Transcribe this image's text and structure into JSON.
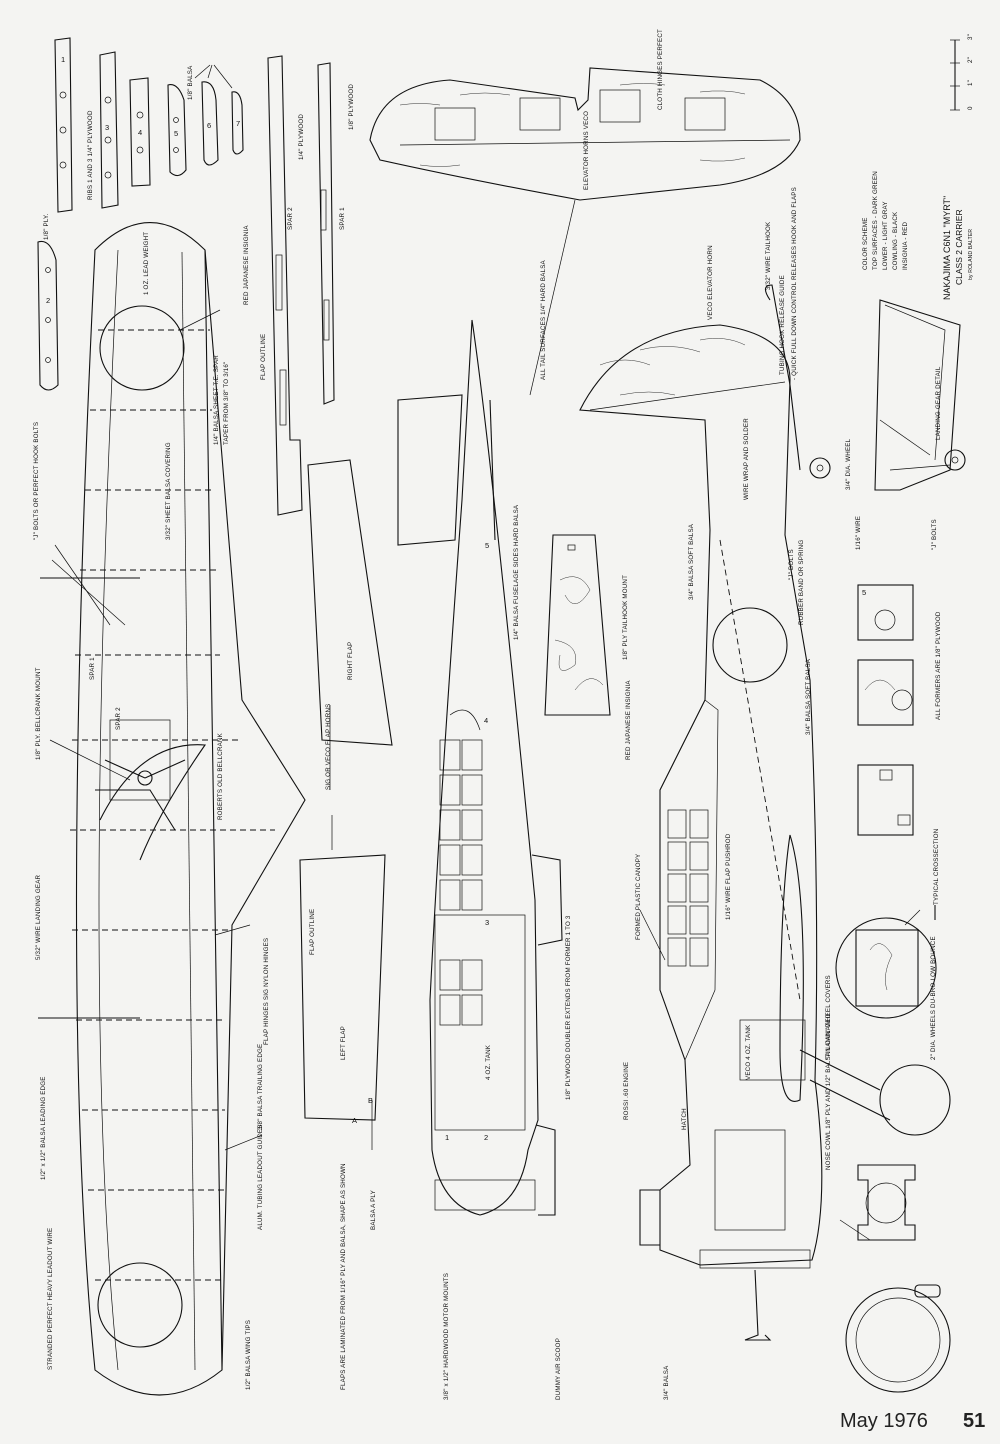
{
  "title_block": {
    "title": "NAKAJIMA C6N1 \"MYRT\"",
    "subtitle": "CLASS 2 CARRIER",
    "author": "by ROLAND BALTER",
    "color_scheme": [
      "COLOR SCHEME",
      "TOP SURFACES - DARK GREEN",
      "LOWER - LIGHT GRAY",
      "COWLING - BLACK",
      "INSIGNIA - RED"
    ]
  },
  "scale_bar": {
    "ticks": [
      "0",
      "1\"",
      "2\"",
      "3\""
    ]
  },
  "labels": {
    "ribs_ply": "RIBS 1 AND 3  1/4\" PLYWOOD",
    "balsa_ribs": "1/8\" BALSA",
    "ply_18": "1/8\" PLY.",
    "spar2": "SPAR 2",
    "ply_14": "1/4\" PLYWOOD",
    "spar1": "SPAR 1",
    "ply_18b": "1/8\" PLYWOOD",
    "red_insignia_wing": "RED JAPANESE INSIGNIA",
    "lead_weight": "1 OZ. LEAD WEIGHT",
    "te_spar": "1/4\" BALSA SHEET T.E. SPAR",
    "te_taper": "TAPER FROM 3/8\" TO 3/16\"",
    "flap_outline_top": "FLAP OUTLINE",
    "j_bolts": "\"J\" BOLTS OR PERFECT HOOK BOLTS",
    "sheet_cover": "3/32\" SHEET BALSA COVERING",
    "bellcrank_mount": "1/8\" PLY. BELLCRANK MOUNT",
    "spar1_in": "SPAR 1",
    "spar2_in": "SPAR 2",
    "bellcrank": "ROBERTS OLD BELLCRANK",
    "landing_gear_wire": "5/32\" WIRE LANDING GEAR",
    "flap_outline_mid": "FLAP OUTLINE",
    "flap_hinges": "FLAP HINGES SIG NYLON HINGES",
    "trailing_edge": "3/8\" BALSA TRAILING EDGE",
    "leading_edge": "1/2\" x 1/2\" BALSA LEADING EDGE",
    "leadout_guides": "ALUM. TUBING LEADOUT GUIDES",
    "leadout_wire": "STRANDED PERFECT HEAVY LEADOUT WIRE",
    "wing_tips": "1/2\" BALSA WING TIPS",
    "flap_horns": "SIG OR VECO FLAP HORNS",
    "right_flap": "RIGHT FLAP",
    "left_flap": "LEFT FLAP",
    "flaps_laminated": "FLAPS ARE LAMINATED FROM 1/16\" PLY AND BALSA, SHAPE AS SHOWN",
    "balsa_ply": "BALSA A PLY",
    "motor_mounts": "3/8\" x 1/2\" HARDWOOD MOTOR MOUNTS",
    "air_scoop": "DUMMY AIR SCOOP",
    "ply_doubler": "1/8\" PLYWOOD DOUBLER EXTENDS FROM FORMER 1 TO 3",
    "tank_4oz": "4 OZ. TANK",
    "fuselage_sides": "1/4\" BALSA FUSELAGE SIDES HARD BALSA",
    "tail_surfaces": "ALL TAIL SURFACES 1/4\" HARD BALSA",
    "elevator_horns": "ELEVATOR HORNS VECO",
    "cloth_hinges": "CLOTH HINGES PERFECT",
    "tailhook_mount": "1/8\" PLY TAILHOOK MOUNT",
    "veco_horn": "VECO ELEVATOR HORN",
    "wire_tailhook": "3/32\" WIRE TAILHOOK",
    "hook_guide": "TUBING HOOK RELEASE GUIDE",
    "hook_control": "- QUICK FULL DOWN CONTROL RELEASES HOOK AND FLAPS",
    "wire_wrap": "WIRE WRAP AND SOLDER",
    "dia_wheel": "3/4\" DIA. WHEEL",
    "wire_116": "1/16\" WIRE",
    "j_bolts2": "\"J\" BOLTS",
    "rubber_band": "RUBBER BAND OR SPRING",
    "soft_balsa1": "3/4\" BALSA SOFT BALSA",
    "soft_balsa2": "3/4\" BALSA SOFT BALSA",
    "red_insignia_fus": "RED JAPANESE INSIGNIA",
    "flap_pushrod": "1/16\" WIRE FLAP PUSHROD",
    "canopy": "FORMED PLASTIC CANOPY",
    "veco_tank": "VECO 4 OZ. TANK",
    "engine": "ROSSI .60 ENGINE",
    "hatch": "HATCH",
    "balsa_34": "3/4\" BALSA",
    "nose_cowl": "NOSE COWL 1/8\" PLY AND 1/2\" BALSA LAMINATED",
    "wheel_covers": "\"TIN CAN\" WHEEL COVERS",
    "dia_wheels": "2\" DIA. WHEELS DU-BRO LOW BOUNCE",
    "typical_cross": "TYPICAL CROSSECTION",
    "formers_ply": "ALL FORMERS ARE 1/8\" PLYWOOD",
    "landing_gear_detail": "LANDING GEAR DETAIL",
    "j_bolts3": "\"J\" BOLTS"
  },
  "rib_numbers": [
    "1",
    "2",
    "3",
    "4",
    "5",
    "6",
    "7"
  ],
  "former_numbers": [
    "1",
    "2",
    "3",
    "4",
    "5"
  ],
  "flap_marks": [
    "A",
    "B"
  ],
  "footer": {
    "date": "May 1976",
    "page": "51"
  }
}
